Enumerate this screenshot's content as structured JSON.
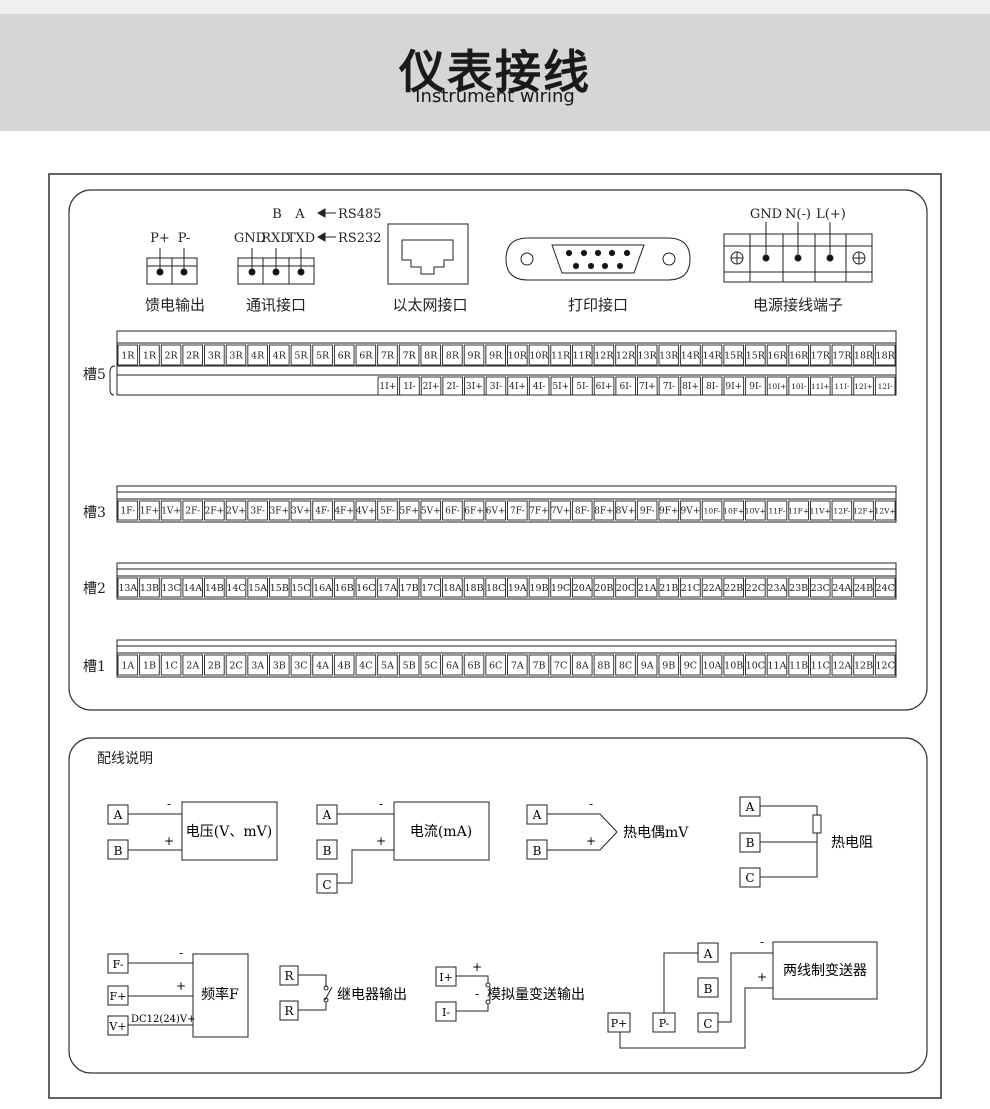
{
  "header": {
    "title": "仪表接线",
    "subtitle": "Instrument wiring"
  },
  "top_connectors": {
    "power_feed": {
      "label": "馈电输出",
      "pins": [
        "P+",
        "P-"
      ]
    },
    "comm": {
      "label": "通讯接口",
      "pins": [
        "GND",
        "RXD",
        "TXD"
      ],
      "top_pins": [
        "B",
        "A"
      ],
      "rs485": "RS485",
      "rs232": "RS232"
    },
    "ethernet": {
      "label": "以太网接口"
    },
    "print": {
      "label": "打印接口"
    },
    "power": {
      "label": "电源接线端子",
      "pins": [
        "GND",
        "N(-)",
        "L(+)"
      ]
    }
  },
  "slots": {
    "slot5": {
      "label": "槽5",
      "upper": [
        "1R",
        "1R",
        "2R",
        "2R",
        "3R",
        "3R",
        "4R",
        "4R",
        "5R",
        "5R",
        "6R",
        "6R",
        "7R",
        "7R",
        "8R",
        "8R",
        "9R",
        "9R",
        "10R",
        "10R",
        "11R",
        "11R",
        "12R",
        "12R",
        "13R",
        "13R",
        "14R",
        "14R",
        "15R",
        "15R",
        "16R",
        "16R",
        "17R",
        "17R",
        "18R",
        "18R"
      ],
      "lower": [
        "1I+",
        "1I-",
        "2I+",
        "2I-",
        "3I+",
        "3I-",
        "4I+",
        "4I-",
        "5I+",
        "5I-",
        "6I+",
        "6I-",
        "7I+",
        "7I-",
        "8I+",
        "8I-",
        "9I+",
        "9I-",
        "10I+",
        "10I-",
        "11I+",
        "11I-",
        "12I+",
        "12I-"
      ]
    },
    "slot3": {
      "label": "槽3",
      "cells": [
        "1F-",
        "1F+",
        "1V+",
        "2F-",
        "2F+",
        "2V+",
        "3F-",
        "3F+",
        "3V+",
        "4F-",
        "4F+",
        "4V+",
        "5F-",
        "5F+",
        "5V+",
        "6F-",
        "6F+",
        "6V+",
        "7F-",
        "7F+",
        "7V+",
        "8F-",
        "8F+",
        "8V+",
        "9F-",
        "9F+",
        "9V+",
        "10F-",
        "10F+",
        "10V+",
        "11F-",
        "11F+",
        "11V+",
        "12F-",
        "12F+",
        "12V+"
      ]
    },
    "slot2": {
      "label": "槽2",
      "cells": [
        "13A",
        "13B",
        "13C",
        "14A",
        "14B",
        "14C",
        "15A",
        "15B",
        "15C",
        "16A",
        "16B",
        "16C",
        "17A",
        "17B",
        "17C",
        "18A",
        "18B",
        "18C",
        "19A",
        "19B",
        "19C",
        "20A",
        "20B",
        "20C",
        "21A",
        "21B",
        "21C",
        "22A",
        "22B",
        "22C",
        "23A",
        "23B",
        "23C",
        "24A",
        "24B",
        "24C"
      ]
    },
    "slot1": {
      "label": "槽1",
      "cells": [
        "1A",
        "1B",
        "1C",
        "2A",
        "2B",
        "2C",
        "3A",
        "3B",
        "3C",
        "4A",
        "4B",
        "4C",
        "5A",
        "5B",
        "5C",
        "6A",
        "6B",
        "6C",
        "7A",
        "7B",
        "7C",
        "8A",
        "8B",
        "8C",
        "9A",
        "9B",
        "9C",
        "10A",
        "10B",
        "10C",
        "11A",
        "11B",
        "11C",
        "12A",
        "12B",
        "12C"
      ]
    }
  },
  "wiring": {
    "title": "配线说明",
    "voltage": {
      "label": "电压(V、mV)",
      "terms": [
        "A",
        "B"
      ],
      "minus": "-",
      "plus": "+"
    },
    "current": {
      "label": "电流(mA)",
      "terms": [
        "A",
        "B",
        "C"
      ],
      "minus": "-",
      "plus": "+"
    },
    "thermocouple": {
      "label": "热电偶mV",
      "terms": [
        "A",
        "B"
      ],
      "minus": "-",
      "plus": "+"
    },
    "rtd": {
      "label": "热电阻",
      "terms": [
        "A",
        "B",
        "C"
      ]
    },
    "frequency": {
      "label": "频率F",
      "terms": [
        "F-",
        "F+",
        "V+"
      ],
      "minus": "-",
      "plus": "+",
      "supply": "DC12(24)V+"
    },
    "relay": {
      "label": "继电器输出",
      "terms": [
        "R",
        "R"
      ]
    },
    "analog": {
      "label": "模拟量变送输出",
      "terms": [
        "I+",
        "I-"
      ],
      "plus": "+",
      "minus": "-"
    },
    "two_wire": {
      "label": "两线制变送器",
      "terms": [
        "A",
        "B",
        "C"
      ],
      "feed": [
        "P+",
        "P-"
      ],
      "minus": "-",
      "plus": "+"
    }
  }
}
